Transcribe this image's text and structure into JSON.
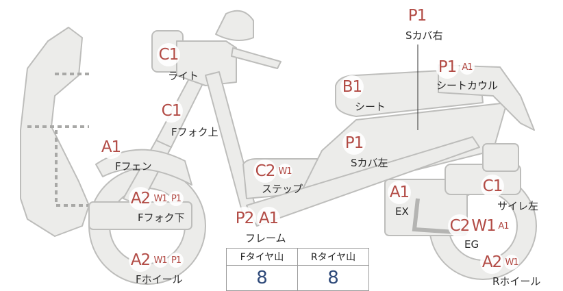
{
  "colors": {
    "badge": "#b24b45",
    "part_fill": "#ececea",
    "part_stroke": "#bdbdbb",
    "value": "#2f4a7a"
  },
  "parts": {
    "light": {
      "label": "ライト",
      "codes": [
        {
          "code": "C1",
          "size": "lg"
        }
      ]
    },
    "fork_upper": {
      "label": "Fフォク上",
      "codes": [
        {
          "code": "C1",
          "size": "lg"
        }
      ]
    },
    "fender": {
      "label": "Fフェン",
      "codes": [
        {
          "code": "A1",
          "size": "lg"
        }
      ]
    },
    "fork_lower": {
      "label": "Fフォク下",
      "codes": [
        {
          "code": "A2",
          "size": "lg"
        },
        {
          "code": "W1",
          "size": "sm"
        },
        {
          "code": "P1",
          "size": "sm"
        }
      ]
    },
    "front_wheel": {
      "label": "Fホイール",
      "codes": [
        {
          "code": "A2",
          "size": "lg"
        },
        {
          "code": "W1",
          "size": "sm"
        },
        {
          "code": "P1",
          "size": "sm"
        }
      ]
    },
    "step": {
      "label": "ステップ",
      "codes": [
        {
          "code": "C2",
          "size": "lg"
        },
        {
          "code": "W1",
          "size": "sm"
        }
      ]
    },
    "frame": {
      "label": "フレーム",
      "codes": [
        {
          "code": "P2",
          "size": "lg"
        },
        {
          "code": "A1",
          "size": "lg"
        }
      ]
    },
    "cover_left": {
      "label": "Sカバ左",
      "codes": [
        {
          "code": "P1",
          "size": "lg"
        }
      ]
    },
    "cover_right": {
      "label": "Sカバ右",
      "codes": [
        {
          "code": "P1",
          "size": "lg"
        }
      ]
    },
    "seat": {
      "label": "シート",
      "codes": [
        {
          "code": "B1",
          "size": "lg"
        }
      ]
    },
    "seat_cowl": {
      "label": "シートカウル",
      "codes": [
        {
          "code": "P1",
          "size": "lg"
        },
        {
          "code": "A1",
          "size": "sm"
        }
      ]
    },
    "exhaust": {
      "label": "EX",
      "codes": [
        {
          "code": "A1",
          "size": "lg"
        }
      ]
    },
    "muffler_left": {
      "label": "サイレ左",
      "codes": [
        {
          "code": "C1",
          "size": "lg"
        }
      ]
    },
    "engine": {
      "label": "EG",
      "codes": [
        {
          "code": "C2",
          "size": "lg"
        },
        {
          "code": "W1",
          "size": "lg"
        },
        {
          "code": "A1",
          "size": "sm"
        }
      ]
    },
    "rear_wheel": {
      "label": "Rホイール",
      "codes": [
        {
          "code": "A2",
          "size": "lg"
        },
        {
          "code": "W1",
          "size": "sm"
        }
      ]
    }
  },
  "tire_table": {
    "headers": [
      "Fタイヤ山",
      "Rタイヤ山"
    ],
    "values": [
      "8",
      "8"
    ]
  }
}
